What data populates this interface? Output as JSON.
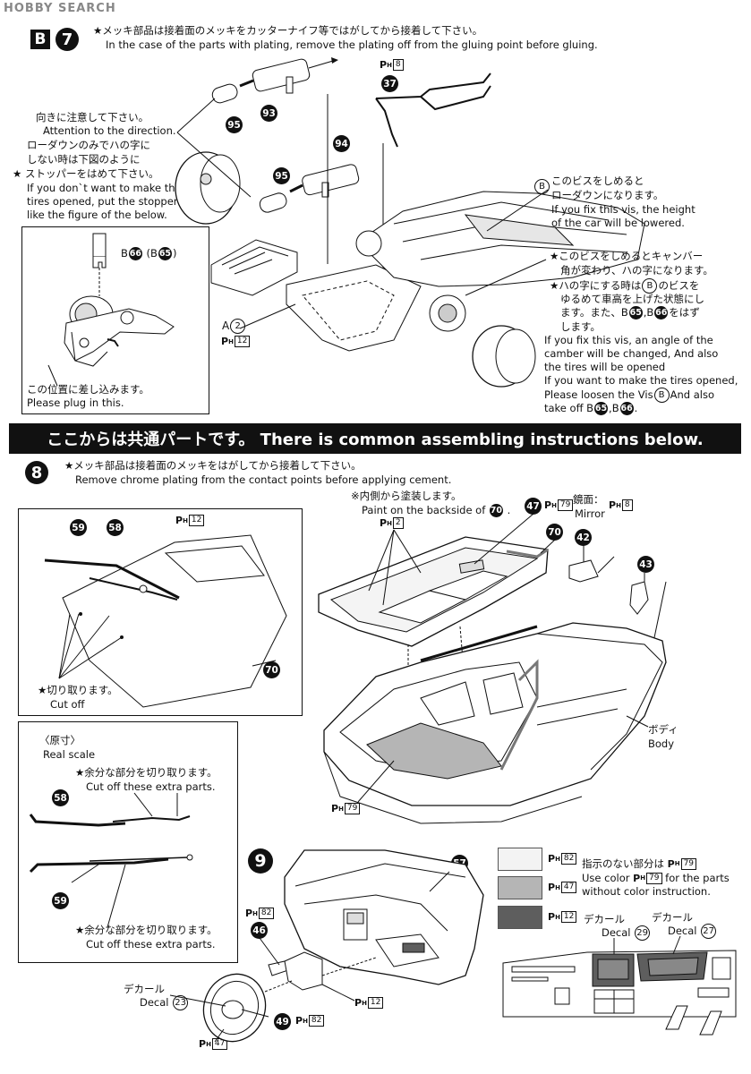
{
  "watermark": "HOBBY SEARCH",
  "step7": {
    "step_letter": "B",
    "step_number": "7",
    "note_jp": "★メッキ部品は接着面のメッキをカッターナイフ等ではがしてから接着して下さい。",
    "note_en": "In the case of the parts with plating, remove the plating off from the gluing point before gluing.",
    "direction_jp": "向きに注意して下さい。",
    "direction_en": "Attention to the direction.",
    "lowdown_jp_1": "ローダウンのみでハの字に",
    "lowdown_jp_2": "しない時は下図のように",
    "lowdown_jp_3": "ストッパーをはめて下さい。",
    "lowdown_en_1": "If you don`t want to make the",
    "lowdown_en_2": "tires opened, put the stopper",
    "lowdown_en_3": "like the figure of the below.",
    "inset_part": "B",
    "inset_num1": "66",
    "inset_alt_prefix": "(B",
    "inset_num2": "65",
    "inset_alt_suffix": ")",
    "plug_jp": "この位置に差し込みます。",
    "plug_en": "Please plug in this.",
    "parts": {
      "p95a": "95",
      "p93": "93",
      "p94": "94",
      "p95b": "95",
      "p37": "37",
      "a_label": "A",
      "a_num": "2"
    },
    "ph8": "8",
    "ph12": "12",
    "vis_label": "B",
    "vis_jp_1": "このビスをしめると",
    "vis_jp_2": "ローダウンになります。",
    "vis_en_1": "If you fix this vis, the height",
    "vis_en_2": "of the car will be lowered.",
    "camber_jp_1": "★このビスをしめるとキャンバー",
    "camber_jp_2": "角が変わり、ハの字になります。",
    "camber_jp_3a": "★ハの字にする時は",
    "camber_jp_3b": "のビスを",
    "camber_jp_4": "ゆるめて車高を上げた状態にし",
    "camber_jp_5a": "ます。また、B",
    "camber_jp_5b": ",B",
    "camber_jp_5c": "をはず",
    "camber_jp_6": "します。",
    "camber_en_1": "If you fix this vis, an angle of the",
    "camber_en_2": "camber will be changed, And also",
    "camber_en_3": "the tires will be opened",
    "camber_en_4": "If you want to make the tires opened,",
    "camber_en_5a": "Please loosen the Vis",
    "camber_en_5b": "And also",
    "camber_en_6a": "take off B",
    "camber_en_6b": ",B",
    "camber_en_6c": "."
  },
  "banner": "ここからは共通パートです。 There is common assembling instructions below.",
  "step8": {
    "number": "8",
    "note_jp": "★メッキ部品は接着面のメッキをはがしてから接着して下さい。",
    "note_en": "Remove chrome plating from the contact points before applying cement.",
    "inside_jp": "※内側から塗装します。",
    "inside_en_a": "Paint on the backside of",
    "inside_en_b": ".",
    "mirror_jp": "鏡面：",
    "mirror_en": "Mirror",
    "parts": {
      "p59": "59",
      "p58": "58",
      "p70": "70",
      "p70b": "70",
      "p47": "47",
      "p42": "42",
      "p43": "43",
      "p70c": "70"
    },
    "ph12": "12",
    "ph2": "2",
    "ph79": "79",
    "ph8": "8",
    "cut_jp": "★切り取ります。",
    "cut_en": "Cut off",
    "body_jp": "ボディ",
    "body_en": "Body",
    "scale_jp": "〈原寸〉",
    "scale_en": "Real scale",
    "extra_jp": "★余分な部分を切り取ります。",
    "extra_en": "Cut off these extra parts.",
    "p58": "58",
    "p59": "59"
  },
  "step9": {
    "number": "9",
    "parts": {
      "p57": "57",
      "p46": "46",
      "p49": "49"
    },
    "ph82": "82",
    "ph12": "12",
    "ph47": "47",
    "ph82b": "82",
    "decal_jp": "デカール",
    "decal_en": "Decal",
    "decal23": "23",
    "decal29": "29",
    "decal27": "27",
    "legend": [
      {
        "ph": "82",
        "color": "#f3f3f3"
      },
      {
        "ph": "47",
        "color": "#b5b5b5"
      },
      {
        "ph": "12",
        "color": "#5e5e5e"
      }
    ],
    "legend_jp_a": "指示のない部分は",
    "legend_jp_ph": "79",
    "legend_en_1a": "Use color",
    "legend_en_1ph": "79",
    "legend_en_1b": "for the parts",
    "legend_en_2": "without color instruction."
  }
}
